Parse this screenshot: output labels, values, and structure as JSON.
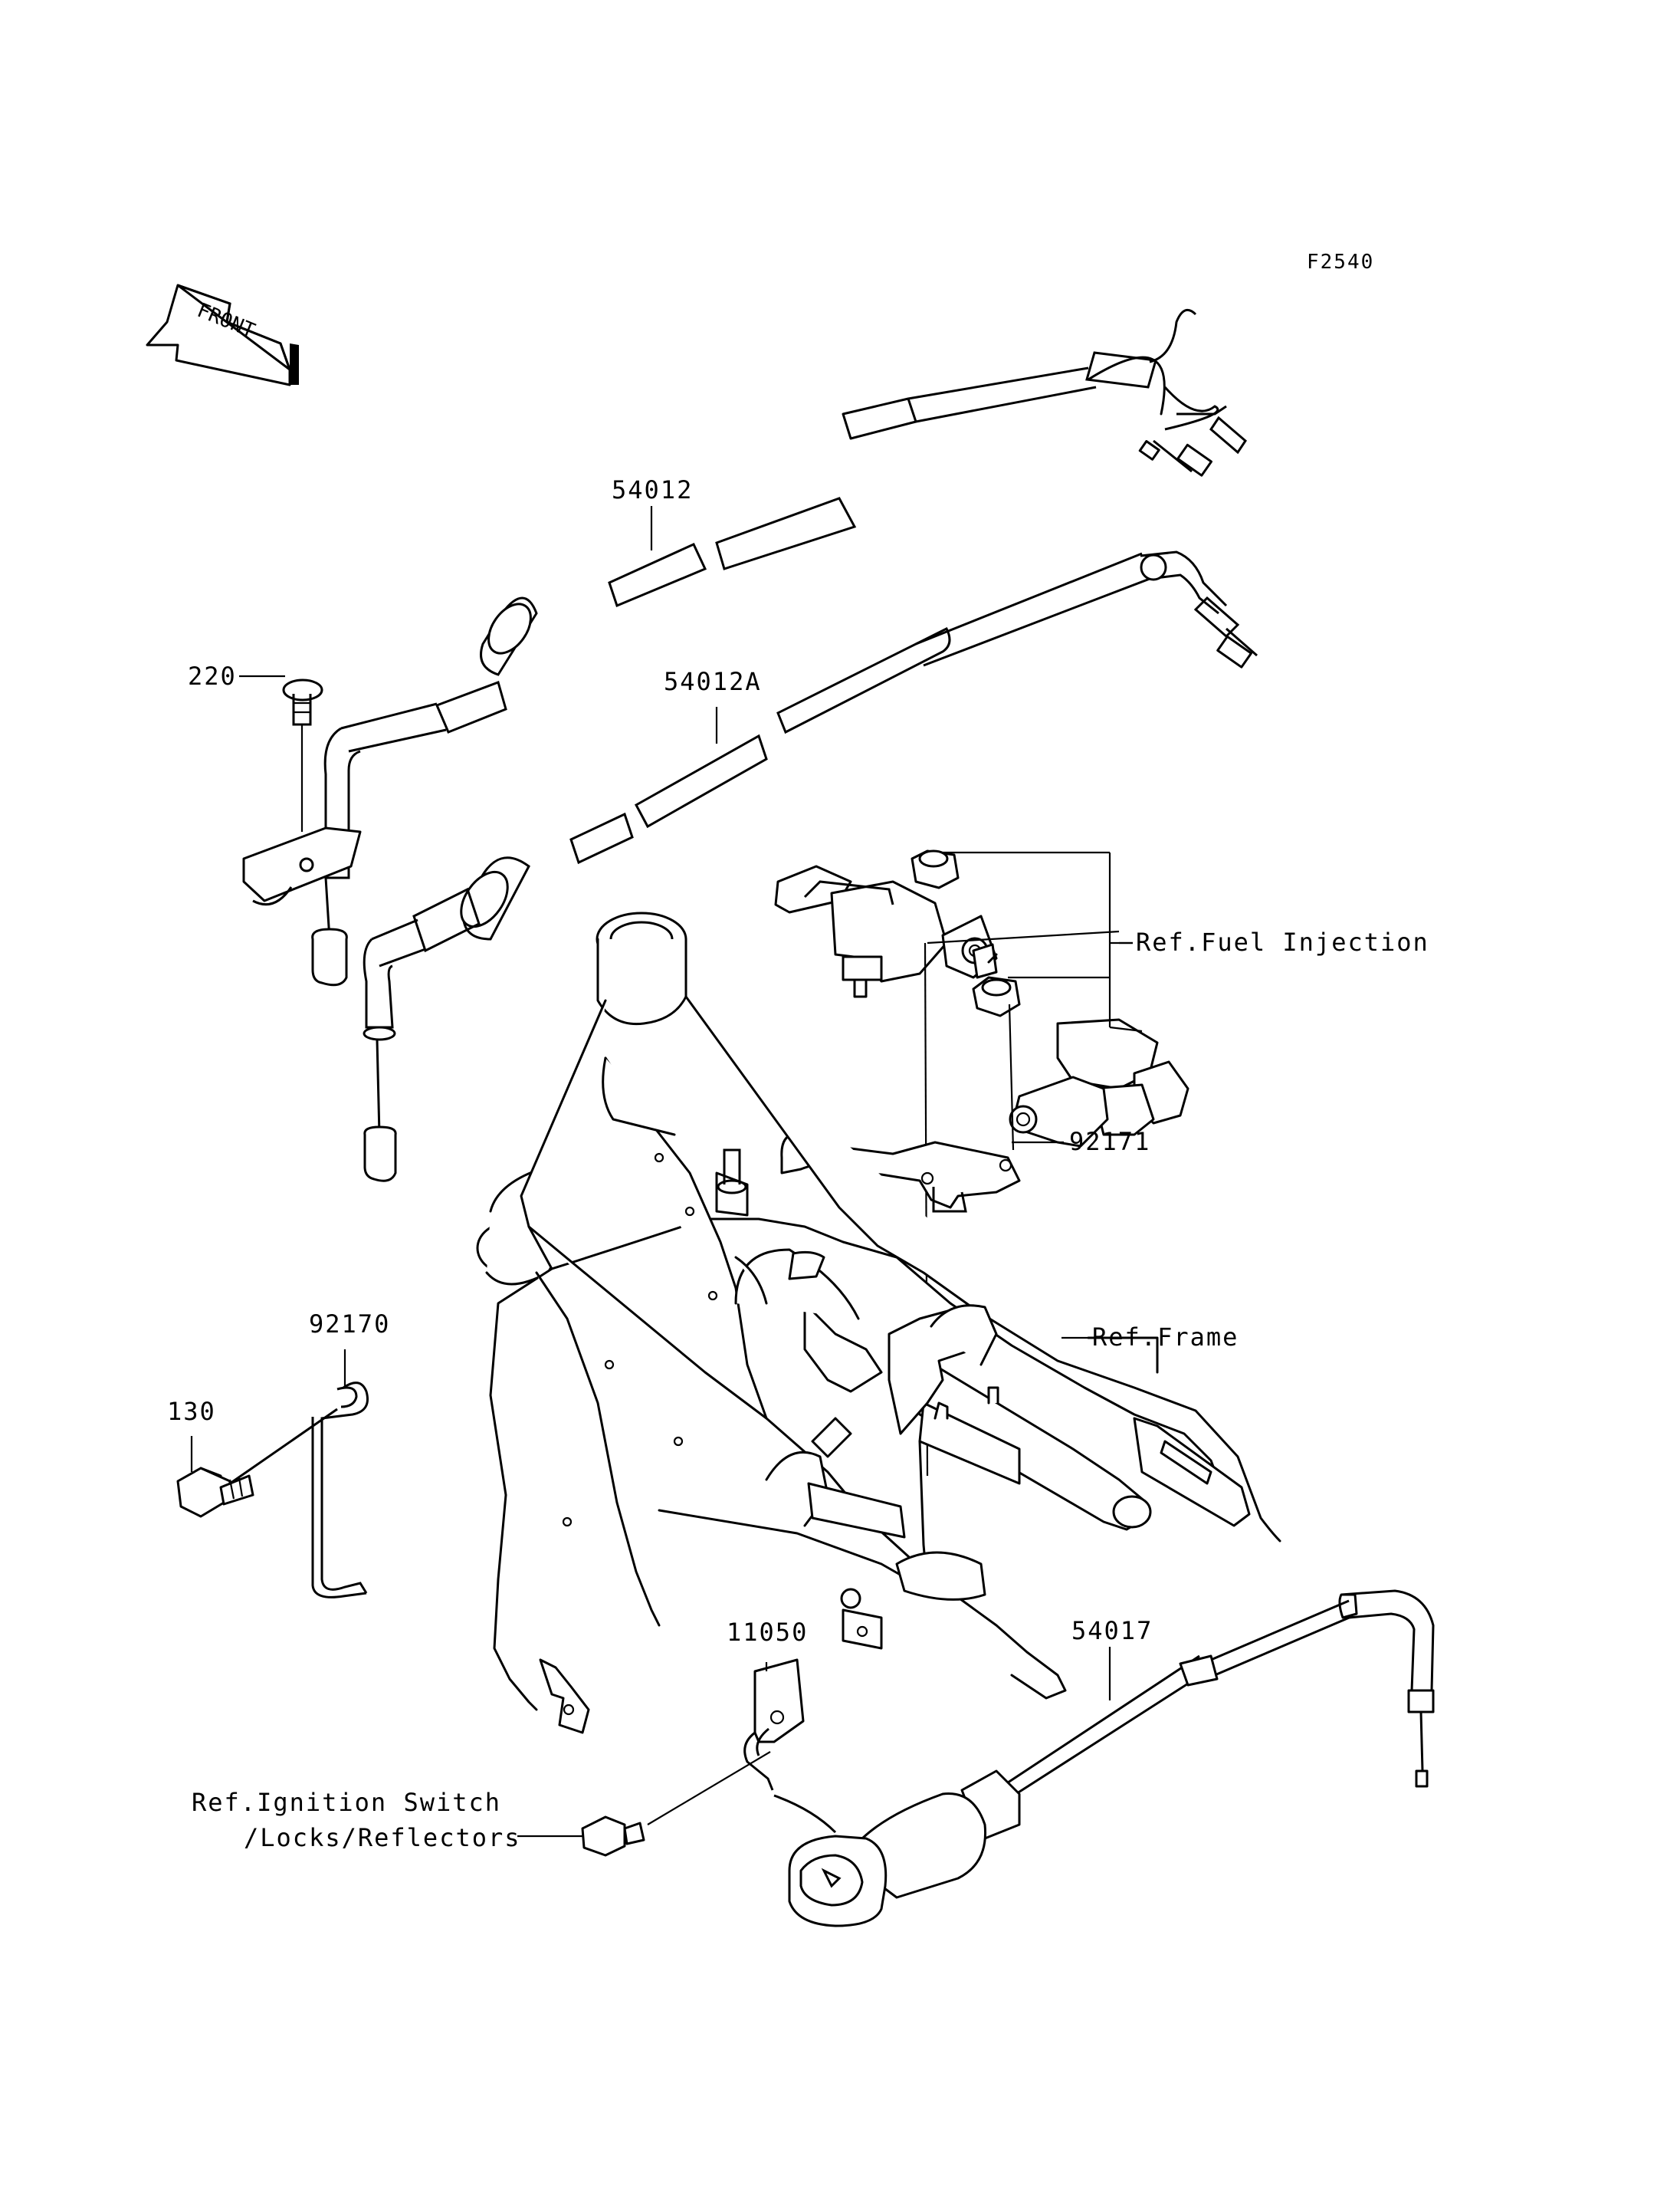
{
  "figure_code": "F2540",
  "front_arrow": {
    "text": "FRONT",
    "icon": "front-direction-arrow-icon"
  },
  "callouts": {
    "p54012": "54012",
    "p54012a": "54012A",
    "p220": "220",
    "p92171": "92171",
    "p92170": "92170",
    "p130": "130",
    "p11050": "11050",
    "p54017": "54017"
  },
  "references": {
    "fuel_injection": "Ref.Fuel Injection",
    "frame": "Ref.Frame",
    "ignition_line1": "Ref.Ignition Switch",
    "ignition_line2": "/Locks/Reflectors"
  }
}
